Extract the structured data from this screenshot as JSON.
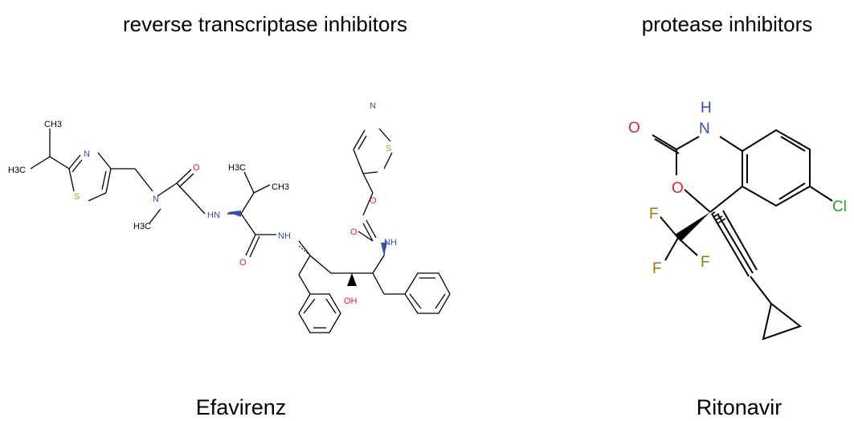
{
  "labels": {
    "category_left": "reverse transcriptase inhibitors",
    "category_right": "protease inhibitors",
    "name_left": "Efavirenz",
    "name_right": "Ritonavir"
  },
  "atoms_left": {
    "ch3_top": "CH3",
    "h3c_left": "H3C",
    "n_thiazole1": "N",
    "s_thiazole1": "S",
    "n_urea": "N",
    "h3c_nmethyl": "H3C",
    "o_urea": "O",
    "hn_valine": "HN",
    "h3c_val": "H3C",
    "ch3_val": "CH3",
    "o_amide": "O",
    "nh_amide": "NH",
    "oh": "OH",
    "n_thiazole2": "N",
    "s_thiazole2": "S",
    "o_ester": "O",
    "o_carbonyl": "O",
    "nh_carbamate": "NH"
  },
  "atoms_right": {
    "h": "H",
    "n": "N",
    "o_carbonyl": "O",
    "o_ring": "O",
    "cl": "Cl",
    "f1": "F",
    "f2": "F",
    "f3": "F"
  },
  "colors": {
    "nitrogen": "#3050b0",
    "oxygen": "#e0202a",
    "sulfur": "#b8a000",
    "fluorine": "#9a7a00",
    "chlorine": "#1fa830",
    "bond": "#000000"
  }
}
